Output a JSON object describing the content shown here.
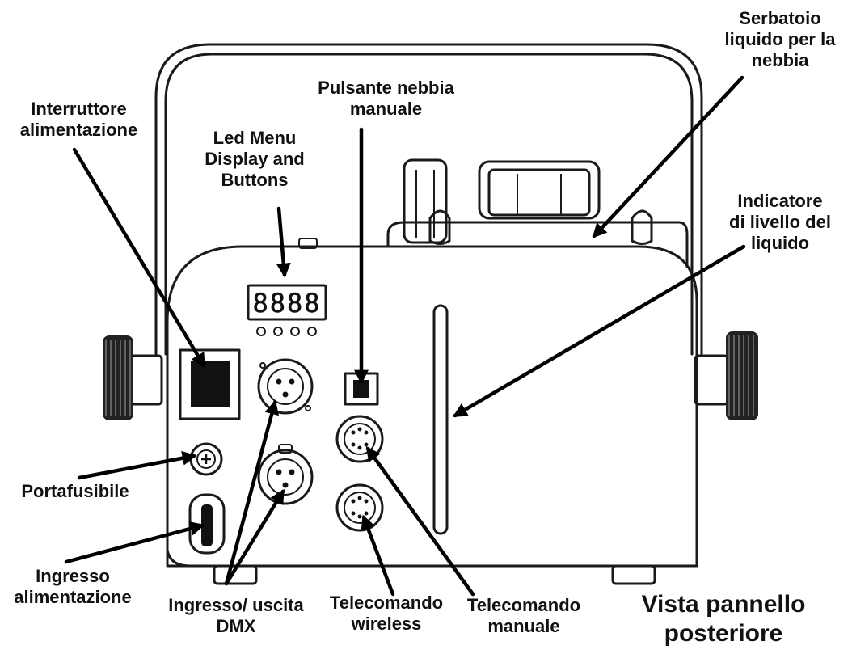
{
  "labels": {
    "power_switch": "Interruttore\nalimentazione",
    "led_menu": "Led Menu\nDisplay and\nButtons",
    "manual_fog_button": "Pulsante nebbia\nmanuale",
    "fluid_tank": "Serbatoio\nliquido per la\nnebbia",
    "fluid_level": "Indicatore\ndi livello del\nliquido",
    "fuse_holder": "Portafusibile",
    "power_input": "Ingresso\nalimentazione",
    "dmx_io": "Ingresso/ uscita\nDMX",
    "wireless_remote": "Telecomando\nwireless",
    "manual_remote": "Telecomando\nmanuale"
  },
  "title": "Vista pannello\nposteriore",
  "display": {
    "digits": "8888"
  },
  "colors": {
    "line": "#1a1a1a",
    "text": "#111111",
    "background": "#ffffff"
  }
}
